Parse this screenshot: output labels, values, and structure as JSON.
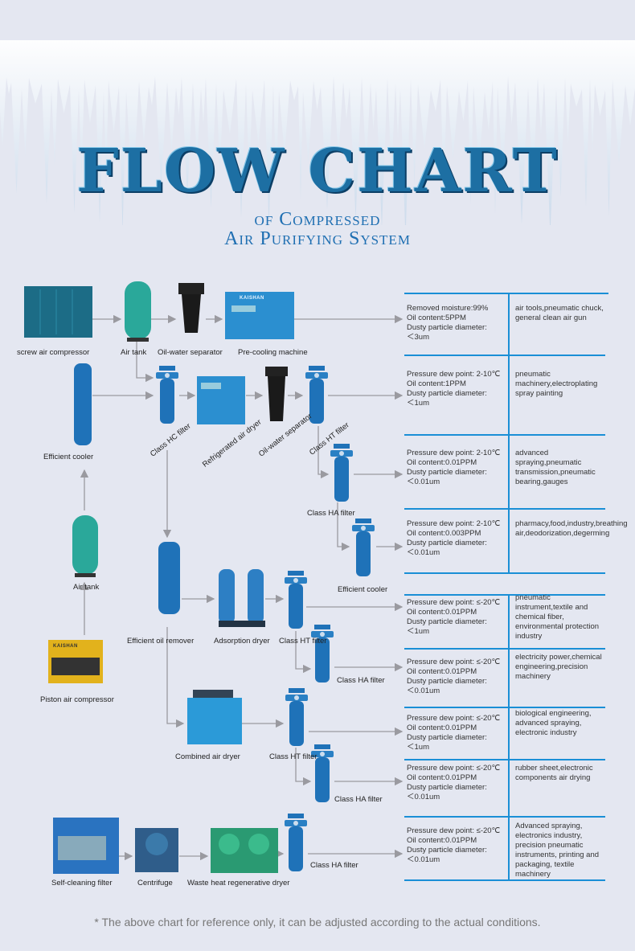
{
  "header": {
    "title": "FLOW CHART",
    "subtitle_1": "of Compressed",
    "subtitle_2": "Air Purifying System"
  },
  "equipment": {
    "screw_compressor": "screw air compressor",
    "air_tank_1": "Air tank",
    "oil_water_separator_1": "Oil-water separator",
    "pre_cooling": "Pre-cooling machine",
    "efficient_cooler_1": "Efficient cooler",
    "class_hc_filter": "Class HC filter",
    "refrigerated_dryer": "Refrigerated air dryer",
    "oil_water_separator_2": "Oil-water separator",
    "class_ht_filter_1": "Class HT filter",
    "class_ha_filter_1": "Class HA filter",
    "efficient_cooler_2": "Efficient cooler",
    "air_tank_2": "Air tank",
    "efficient_oil_remover": "Efficient oil remover",
    "adsorption_dryer": "Adsorption dryer",
    "class_ht_filter_2": "Class HT filter",
    "class_ha_filter_2": "Class HA filter",
    "piston_compressor": "Piston air compressor",
    "combined_dryer": "Combined air dryer",
    "class_ht_filter_3": "Class HT filter",
    "class_ha_filter_3": "Class HA filter",
    "self_cleaning_filter": "Self-cleaning filter",
    "centrifuge": "Centrifuge",
    "waste_heat_dryer": "Waste heat regenerative dryer",
    "class_ha_filter_4": "Class HA filter",
    "brand": "KAISHAN"
  },
  "table": [
    {
      "spec": "Removed moisture:99%\nOil content:5PPM\nDusty particle diameter:\n＜3um",
      "use": "air tools,pneumatic chuck, general clean air gun"
    },
    {
      "spec": "Pressure dew point: 2-10℃\nOil content:1PPM\nDusty particle diameter:\n＜1um",
      "use": "pneumatic machinery,electroplating spray painting"
    },
    {
      "spec": "Pressure dew point: 2-10℃\nOil content:0.01PPM\nDusty particle diameter:\n＜0.01um",
      "use": "advanced spraying,pneumatic transmission,pneumatic bearing,gauges"
    },
    {
      "spec": "Pressure dew point: 2-10℃\nOil content:0.003PPM\nDusty particle diameter:\n＜0.01um",
      "use": "pharmacy,food,industry,breathing air,deodorization,degerming"
    },
    {
      "spec": "Pressure dew point: ≤-20℃\nOil content:0.01PPM\nDusty particle diameter:\n＜1um",
      "use": "pneumatic instrument,textile and chemical fiber, environmental protection industry"
    },
    {
      "spec": "Pressure dew point: ≤-20℃\nOil content:0.01PPM\nDusty particle diameter:\n＜0.01um",
      "use": "electricity power,chemical engineering,precision machinery"
    },
    {
      "spec": "Pressure dew point: ≤-20℃\nOil content:0.01PPM\nDusty particle diameter:\n＜1um",
      "use": "biological engineering, advanced spraying, electronic industry"
    },
    {
      "spec": "Pressure dew point: ≤-20℃\nOil content:0.01PPM\nDusty particle diameter:\n＜0.01um",
      "use": "rubber sheet,electronic components air drying"
    },
    {
      "spec": "Pressure dew point: ≤-20℃\nOil content:0.01PPM\nDusty particle diameter:\n＜0.01um",
      "use": "Advanced spraying, electronics industry, precision pneumatic instruments, printing and packaging, textile machinery"
    }
  ],
  "footnote": "* The above chart for reference only, it can be adjusted according to the actual conditions.",
  "colors": {
    "accent": "#1a8fd6",
    "title": "#1d6fa3",
    "line": "#9a9aa0",
    "equipment_blue": "#1f72b8",
    "tank_green": "#2aa89a"
  }
}
